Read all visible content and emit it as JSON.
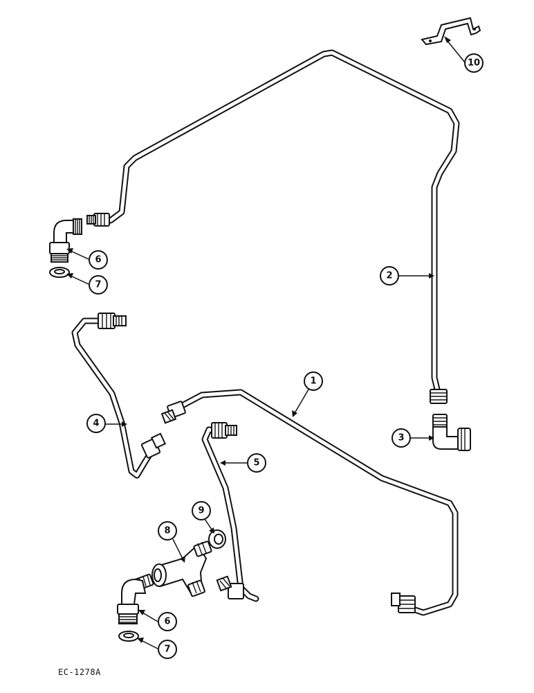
{
  "drawing_ref": "EC-1278A",
  "callouts": {
    "c1": "1",
    "c2": "2",
    "c3": "3",
    "c4": "4",
    "c5": "5",
    "c6a": "6",
    "c6b": "6",
    "c7a": "7",
    "c7b": "7",
    "c8": "8",
    "c9": "9",
    "c10": "10"
  }
}
